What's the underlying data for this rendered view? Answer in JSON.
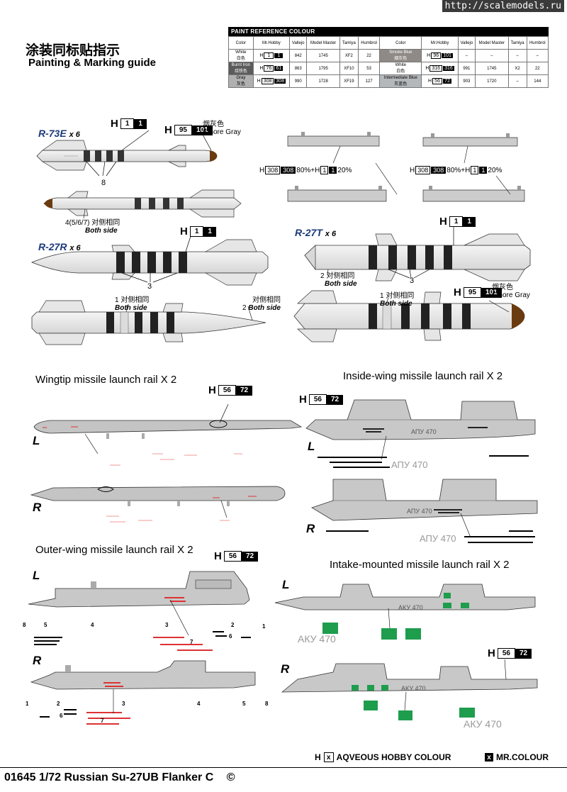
{
  "watermark": "http://scalemodels.ru",
  "title_zh": "涂装同标贴指示",
  "title_en": "Painting & Marking guide",
  "paint_table": {
    "heading": "PAINT  REFERENCE COLOUR",
    "columns": [
      "Color",
      "Mr.Hobby",
      "Vallejo",
      "Model Master",
      "Tamiya",
      "Humbrol"
    ],
    "left_rows": [
      {
        "name": "White",
        "zh": "白色",
        "h1": "1",
        "h2": "1",
        "vallejo": "842",
        "mm": "1745",
        "tamiya": "XF2",
        "humbrol": "22",
        "swatch": "#ffffff"
      },
      {
        "name": "Burnt Iron",
        "zh": "烧铁色",
        "h1": "76",
        "h2": "61",
        "vallejo": "863",
        "mm": "1795",
        "tamiya": "XF10",
        "humbrol": "53",
        "swatch": "#5b5b5b"
      },
      {
        "name": "Gray",
        "zh": "灰色",
        "h1": "308",
        "h2": "308",
        "vallejo": "990",
        "mm": "1728",
        "tamiya": "XF19",
        "humbrol": "127",
        "swatch": "#b0b0b0"
      }
    ],
    "right_rows": [
      {
        "name": "Smoke Blue",
        "zh": "烟灰色",
        "h1": "96",
        "h2": "101",
        "vallejo": "–",
        "mm": "–",
        "tamiya": "–",
        "humbrol": "–",
        "swatch": "#8f8a86"
      },
      {
        "name": "White",
        "zh": "白色",
        "h1": "316",
        "h2": "316",
        "vallejo": "991",
        "mm": "1745",
        "tamiya": "X2",
        "humbrol": "22",
        "swatch": "#ffffff"
      },
      {
        "name": "Intermediate Blue",
        "zh": "灰蓝色",
        "h1": "56",
        "h2": "72",
        "vallejo": "903",
        "mm": "1720",
        "tamiya": "–",
        "humbrol": "144",
        "swatch": "#b5b8bb"
      }
    ]
  },
  "missiles": {
    "r73e": {
      "name": "R-73E",
      "count": "x 6",
      "callout1_w": "1",
      "callout1_b": "1",
      "callout2_w": "95",
      "callout2_b": "101",
      "smoke_zh": "烟灰色",
      "smoke_en": "Smore Gray",
      "num": "8",
      "num2": "4(5/6/7)",
      "both_zh": "对侧相同",
      "both_en": "Both side"
    },
    "r27r": {
      "name": "R-27R",
      "count": "x 6",
      "callout_w": "1",
      "callout_b": "1",
      "num": "3",
      "num_a": "1",
      "num_b": "2",
      "both_zh": "对侧相同",
      "both_en": "Both side"
    },
    "r27t": {
      "name": "R-27T",
      "count": "x 6",
      "callout_w": "1",
      "callout_b": "1",
      "callout2_w": "95",
      "callout2_b": "101",
      "smoke_zh": "烟灰色",
      "smoke_en": "Smore Gray",
      "num": "3",
      "num_a": "2",
      "num_b": "1",
      "both_zh": "对侧相同",
      "both_en": "Both side"
    },
    "pylon_mix": {
      "h_a": "308",
      "h_b": "308",
      "pct_a": "80%+H",
      "h_c": "1",
      "h_d": "1",
      "pct_b": "20%"
    }
  },
  "rails": {
    "wingtip": {
      "title": "Wingtip missile launch rail  X  2",
      "h_w": "56",
      "h_b": "72",
      "L": "L",
      "R": "R"
    },
    "inside": {
      "title": "Inside-wing missile launch rail  X  2",
      "h_w": "56",
      "h_b": "72",
      "L": "L",
      "R": "R",
      "stencil": "АПУ 470"
    },
    "outer": {
      "title": "Outer-wing missile launch rail  X  2",
      "h_w": "56",
      "h_b": "72",
      "L": "L",
      "R": "R",
      "nums_L": [
        "8",
        "5",
        "4",
        "3",
        "2",
        "6",
        "1",
        "7"
      ],
      "nums_R": [
        "1",
        "2",
        "6",
        "3",
        "7",
        "4",
        "5",
        "8"
      ]
    },
    "intake": {
      "title": "Intake-mounted missile launch rail  X  2",
      "h_w": "56",
      "h_b": "72",
      "L": "L",
      "R": "R",
      "stencil": "АКУ 470"
    }
  },
  "legend": {
    "h": "H",
    "x": "x",
    "aq": "AQVEOUS HOBBY COLOUR",
    "x2": "x",
    "mr": "MR.COLOUR"
  },
  "footer": "01645 1/72 Russian Su-27UB Flanker C",
  "copyright": "©"
}
